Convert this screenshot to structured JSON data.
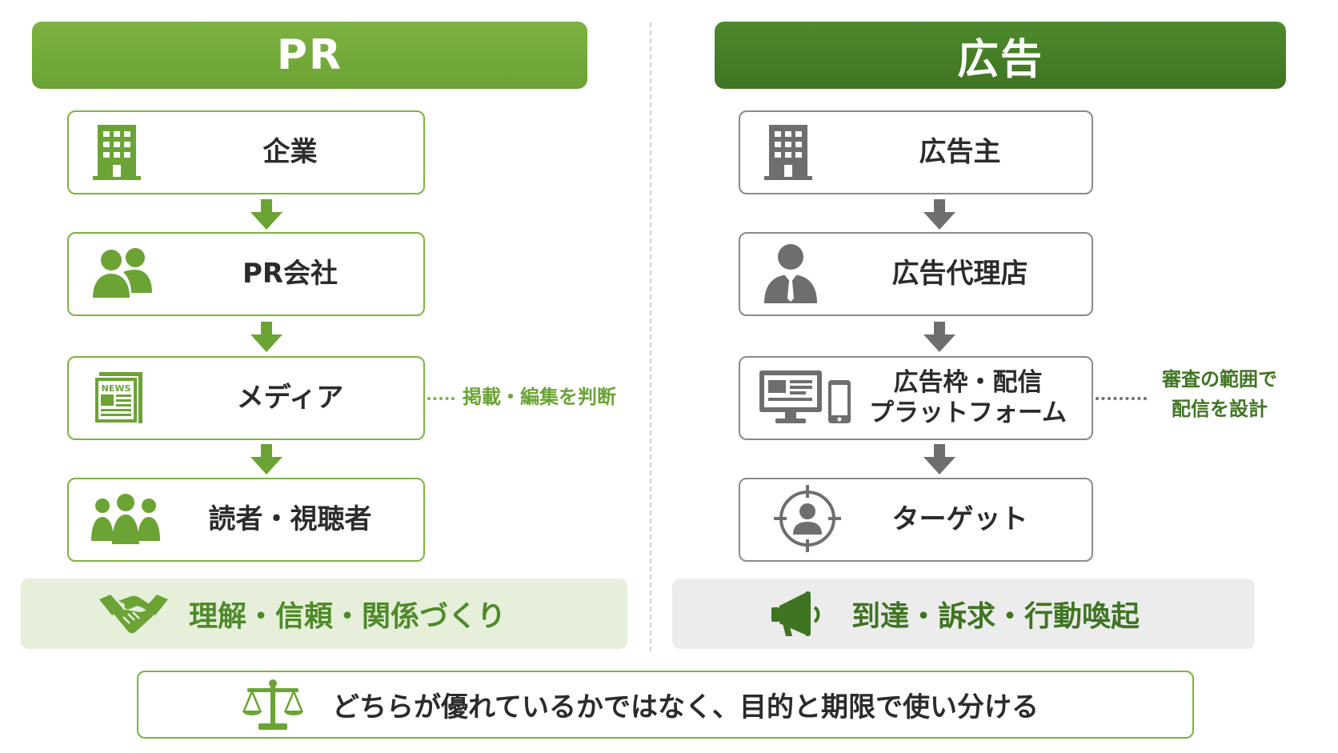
{
  "pr": {
    "title": "PR",
    "steps": [
      "企業",
      "PR会社",
      "メディア",
      "読者・視聴者"
    ],
    "note": "掲載・編集を判断",
    "summary": "理解・信頼・関係づくり"
  },
  "ad": {
    "title": "広告",
    "steps": [
      "広告主",
      "広告代理店",
      "広告枠・配信",
      "ターゲット"
    ],
    "step3_line2": "プラットフォーム",
    "note_line1": "審査の範囲で",
    "note_line2": "配信を設計",
    "summary": "到達・訴求・行動喚起"
  },
  "conclusion": "どちらが優れているかではなく、目的と期限で使い分ける",
  "colors": {
    "pr_green": "#7cb342",
    "ad_green": "#3f7422",
    "icon_green": "#6ba334",
    "icon_gray": "#6e6e6e"
  },
  "icons": {
    "pr": [
      "building-icon",
      "people-icon",
      "newspaper-icon",
      "audience-icon"
    ],
    "ad": [
      "building-icon",
      "businessman-icon",
      "monitor-phone-icon",
      "target-person-icon"
    ],
    "pr_band": "handshake-icon",
    "ad_band": "megaphone-icon",
    "conclusion": "scale-icon",
    "news_label": "NEWS"
  }
}
